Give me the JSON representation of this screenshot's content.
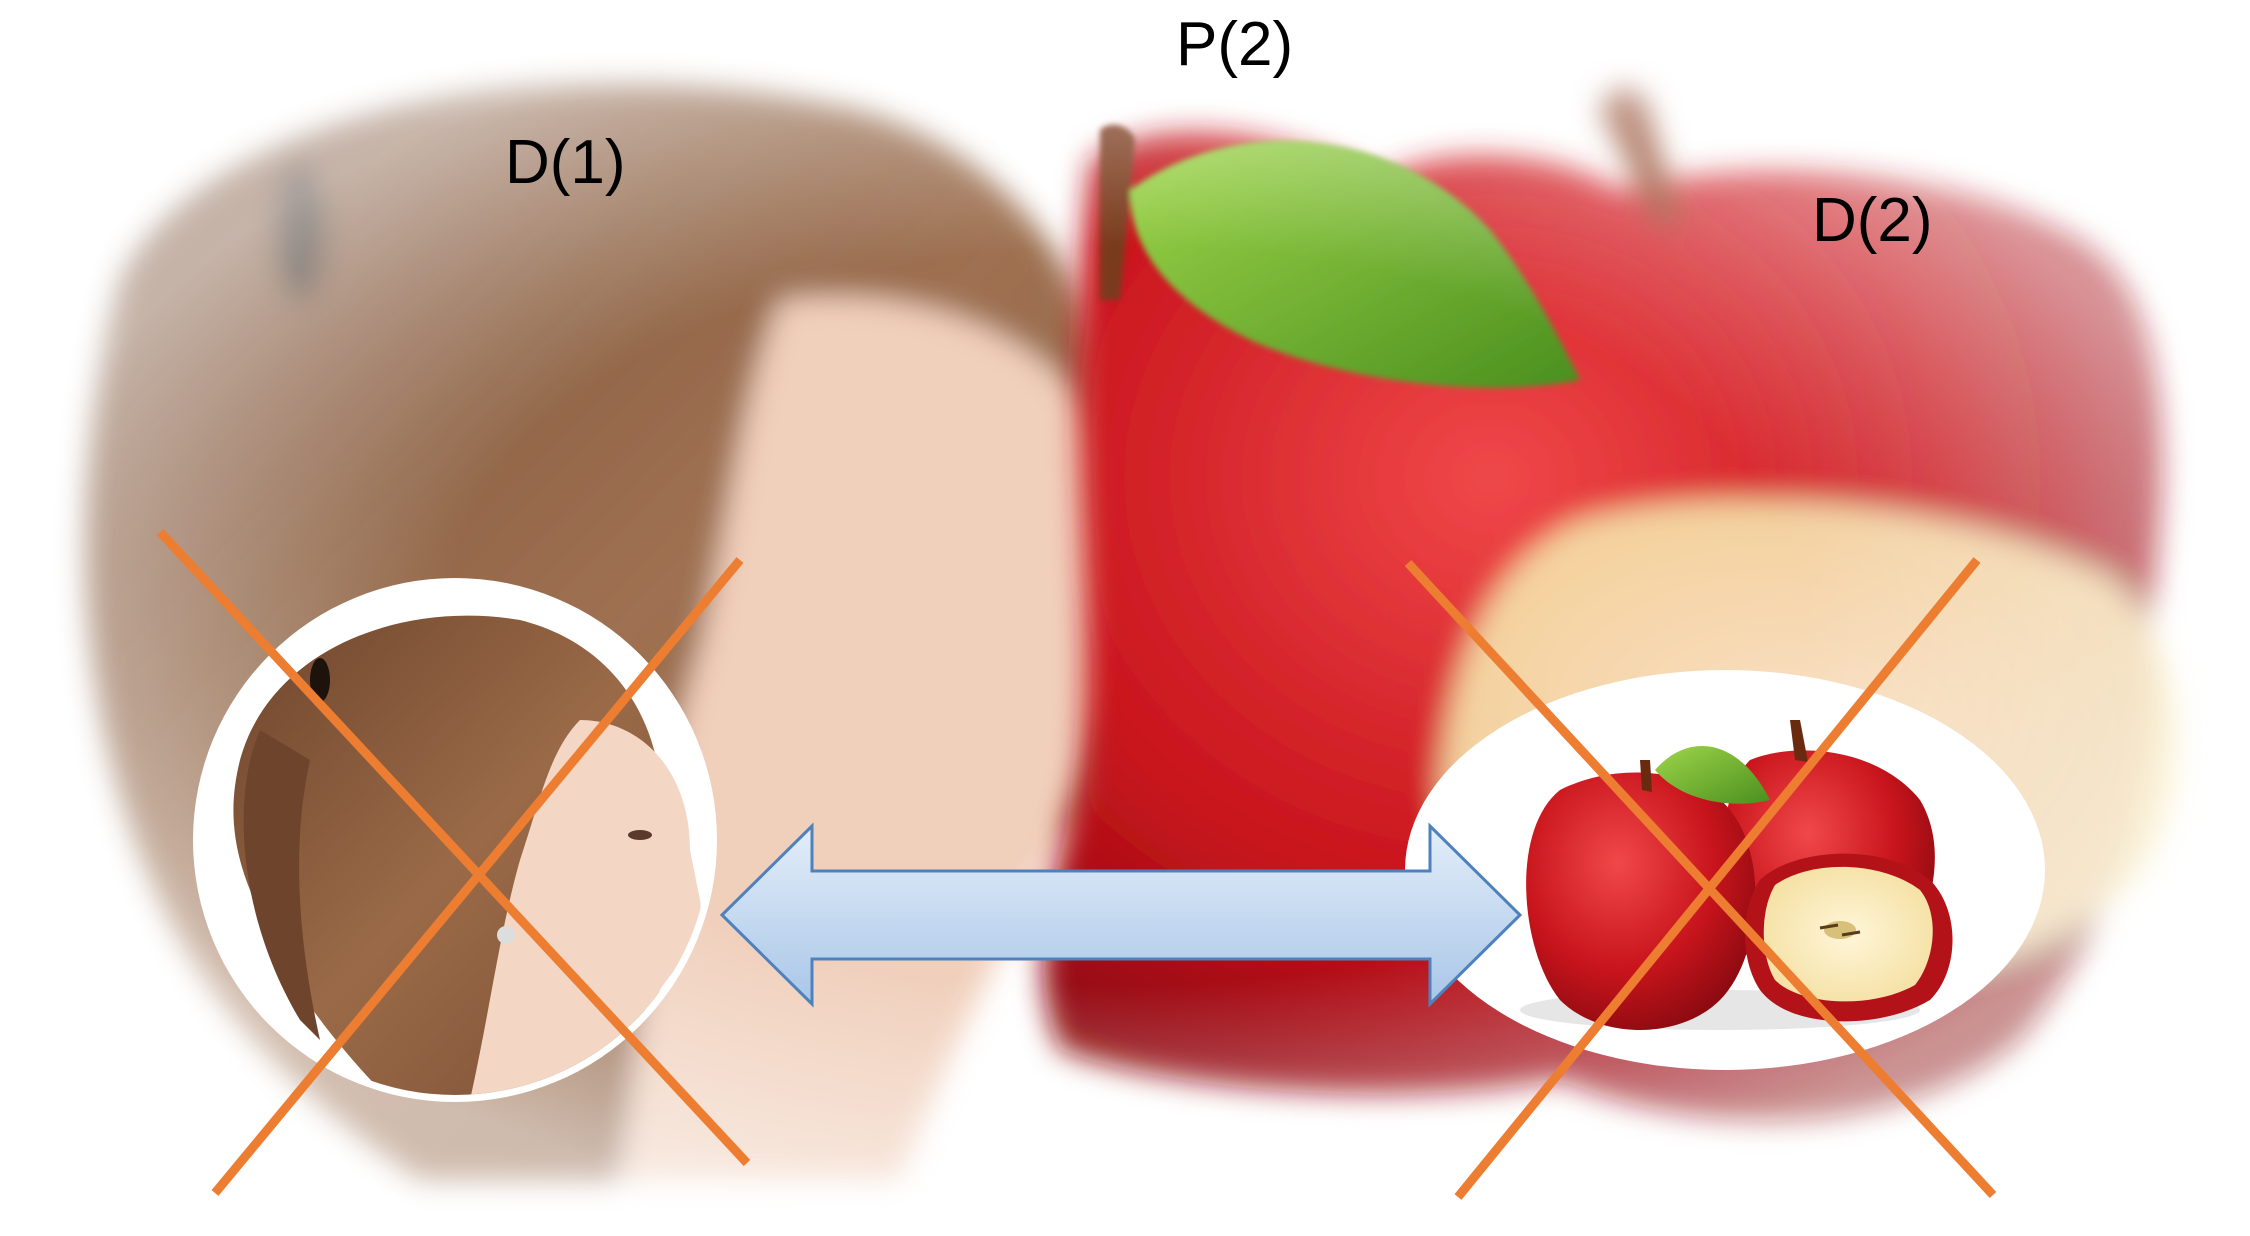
{
  "labels": {
    "d1": "D(1)",
    "p2": "P(2)",
    "d2": "D(2)"
  },
  "colors": {
    "cross": "#ED7D31",
    "arrow_top": "#E3EEF9",
    "arrow_bottom": "#A9C6E8",
    "arrow_stroke": "#4F81BD",
    "apple_red": "#C8141C",
    "leaf_green": "#6BB52A",
    "hair_brown": "#8A5A3A",
    "skin": "#F3D6C4"
  },
  "icons": {
    "blurred_portrait": "woman-profile-blurred-image",
    "blurred_apples": "apples-blurred-image",
    "portrait_thumb": "woman-profile-image",
    "apples_thumb": "apples-image",
    "cross_left": "x-cross-mark",
    "cross_right": "x-cross-mark",
    "arrow": "double-headed-arrow"
  }
}
